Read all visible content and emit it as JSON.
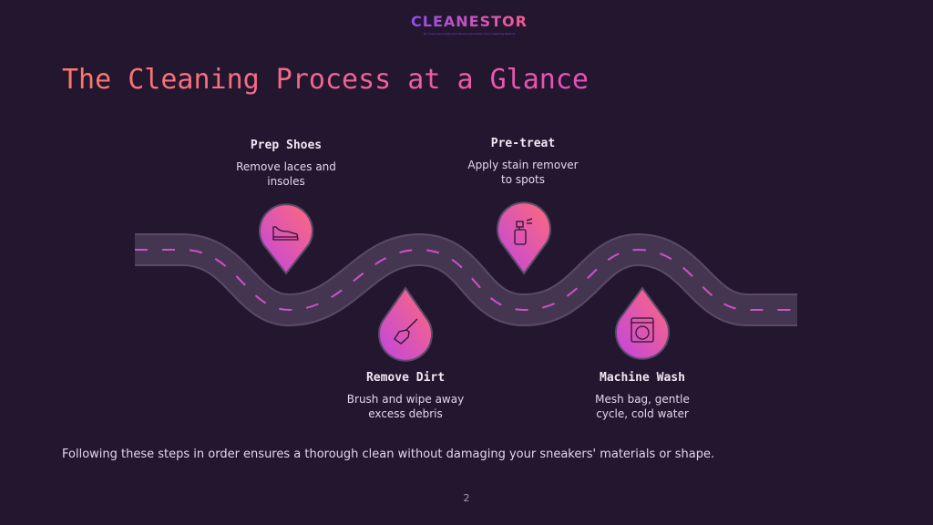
{
  "logo": {
    "name": "CLEANESTOR",
    "tagline": "Pro Cleaning Guides And Service Journalism From Cleaning Nations"
  },
  "title": "The Cleaning Process at a Glance",
  "steps": [
    {
      "title": "Prep Shoes",
      "desc": "Remove laces and insoles",
      "icon": "sneaker-icon"
    },
    {
      "title": "Remove Dirt",
      "desc": "Brush and wipe away excess debris",
      "icon": "broom-icon"
    },
    {
      "title": "Pre-treat",
      "desc": "Apply stain remover to spots",
      "icon": "spray-bottle-icon"
    },
    {
      "title": "Machine Wash",
      "desc": "Mesh bag, gentle cycle, cold water",
      "icon": "washing-machine-icon"
    }
  ],
  "footer": "Following these steps in order ensures a thorough clean without damaging your sneakers' materials or shape.",
  "page_number": "2",
  "colors": {
    "background": "#23162f",
    "road": "#443650",
    "accent_start": "#ff6a7a",
    "accent_end": "#c045e0"
  }
}
